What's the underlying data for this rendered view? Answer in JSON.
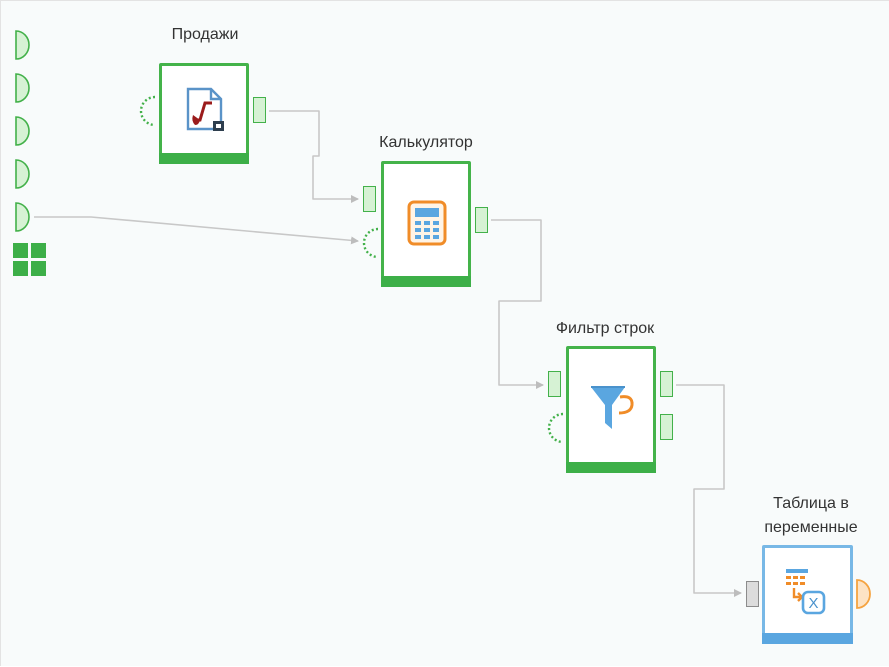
{
  "workflow": {
    "nodes": {
      "sales": {
        "label": "Продажи",
        "icon": "excel-reader-icon"
      },
      "calculator": {
        "label": "Калькулятор",
        "icon": "calculator-icon"
      },
      "row_filter": {
        "label": "Фильтр строк",
        "icon": "funnel-filter-icon"
      },
      "table_to_vars": {
        "label_line1": "Таблица в",
        "label_line2": "переменные",
        "icon": "table-to-variables-icon"
      }
    },
    "workspace_ports": {
      "input_count": 5,
      "extra": "grid-icon"
    }
  },
  "colors": {
    "node_border": "#44b34a",
    "node_bar": "#3daf48",
    "port_fill": "#d6f2d4",
    "variable_port": "#f5a340",
    "blue_node": "#5aa6e0",
    "wire": "#c8c8c8"
  }
}
